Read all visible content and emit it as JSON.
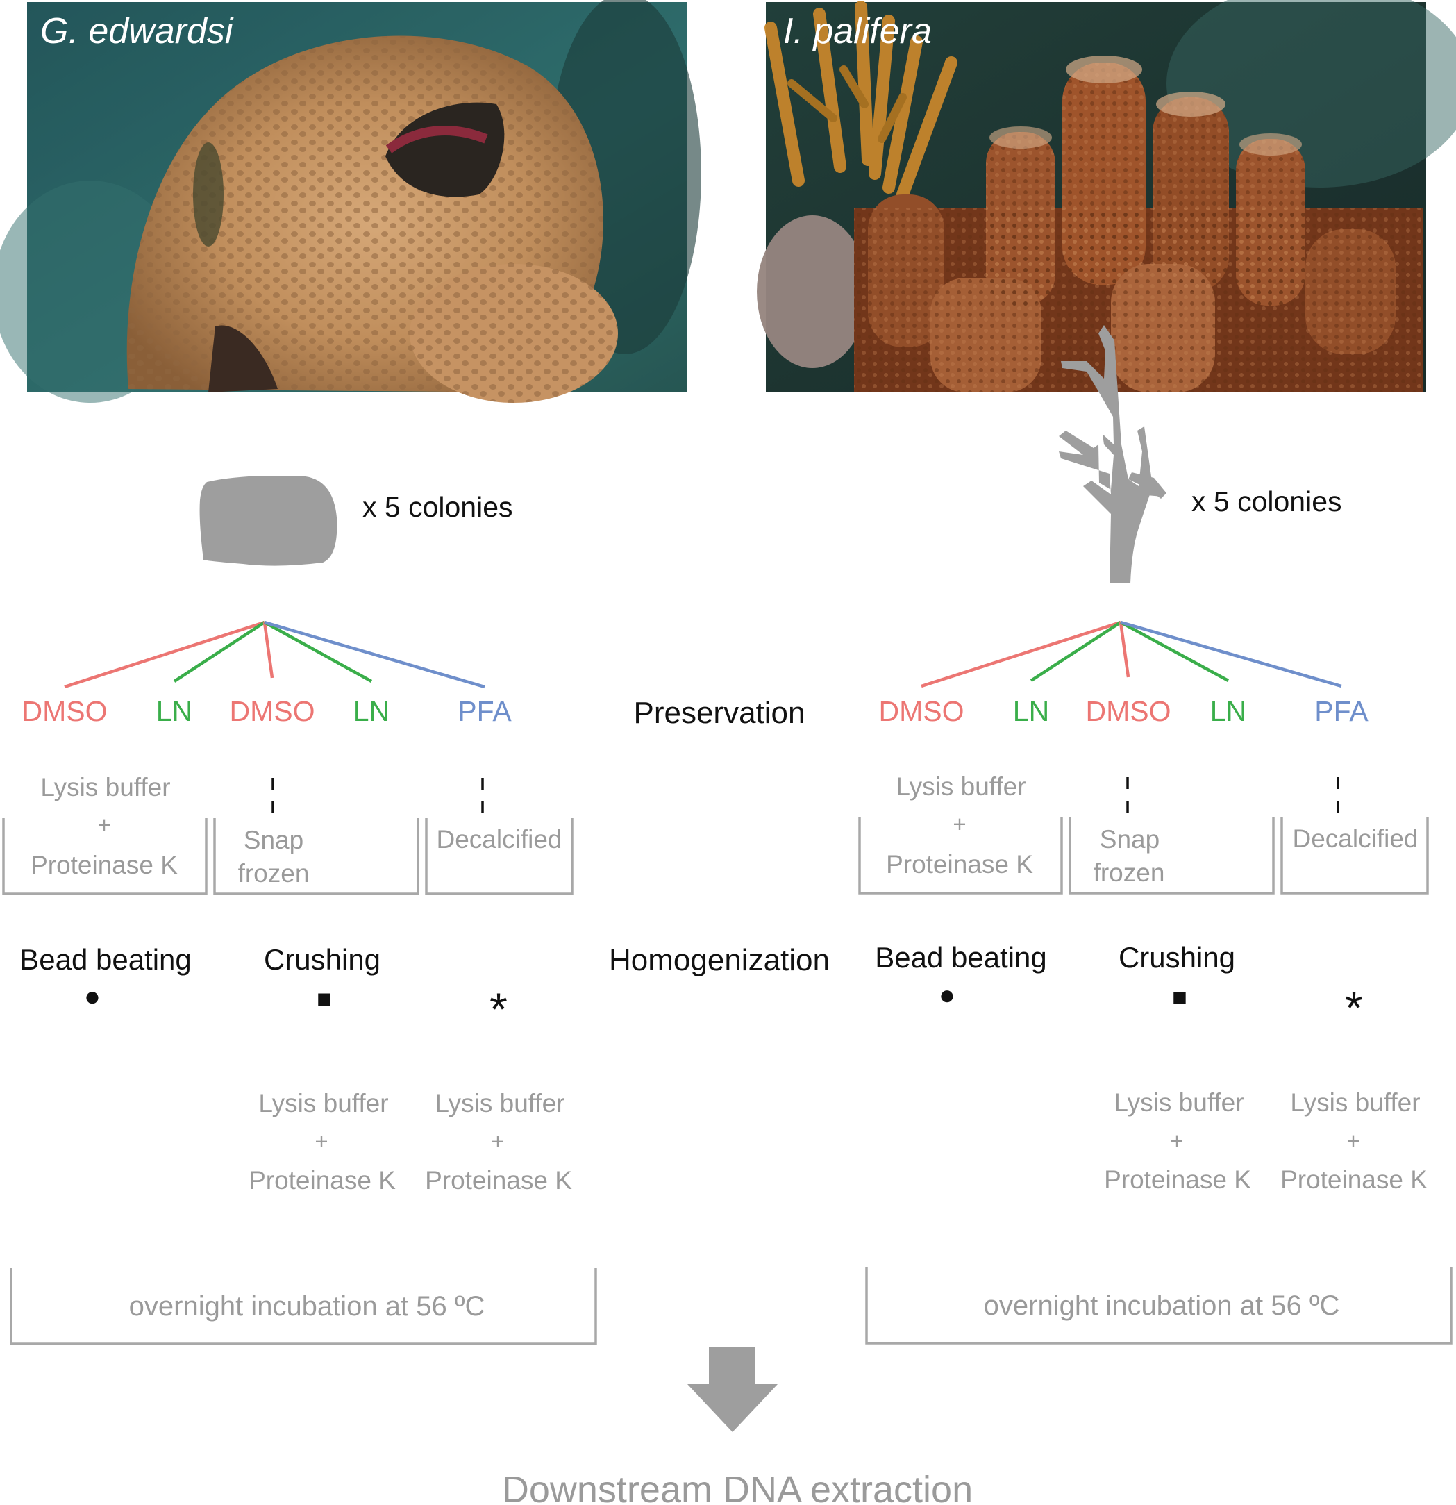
{
  "colors": {
    "dmso": "#ec7673",
    "ln": "#3aae4a",
    "pfa": "#6f8fcb",
    "text_dark": "#111111",
    "text_gray": "#9a9a9a",
    "bracket": "#a8a8a8",
    "silhouette": "#9e9e9e"
  },
  "stages": {
    "preservation": "Preservation",
    "homogenization": "Homogenization"
  },
  "output": "Downstream DNA extraction",
  "panels": [
    {
      "species": "G. edwardsi",
      "colony_count": "x 5 colonies",
      "silhouette_icon": "massive-coral-silhouette-icon",
      "branches": [
        {
          "label": "DMSO",
          "color": "dmso"
        },
        {
          "label": "LN",
          "color": "ln"
        },
        {
          "label": "DMSO",
          "color": "dmso"
        },
        {
          "label": "LN",
          "color": "ln"
        },
        {
          "label": "PFA",
          "color": "pfa"
        }
      ],
      "pre_treatments": {
        "lysis": {
          "line1": "Lysis buffer",
          "plus": "+",
          "line2": "Proteinase K"
        },
        "snap": {
          "line1": "Snap",
          "line2": "frozen"
        },
        "decal": "Decalcified"
      },
      "homogenization": {
        "bead_beating": "Bead beating",
        "crushing": "Crushing",
        "markers": [
          "●",
          "■",
          "*"
        ]
      },
      "post_lysis": [
        {
          "line1": "Lysis buffer",
          "plus": "+",
          "line2": "Proteinase K"
        },
        {
          "line1": "Lysis buffer",
          "plus": "+",
          "line2": "Proteinase K"
        }
      ],
      "incubation": "overnight incubation at 56 ºC"
    },
    {
      "species": "I. palifera",
      "colony_count": "x 5 colonies",
      "silhouette_icon": "branching-coral-silhouette-icon",
      "branches": [
        {
          "label": "DMSO",
          "color": "dmso"
        },
        {
          "label": "LN",
          "color": "ln"
        },
        {
          "label": "DMSO",
          "color": "dmso"
        },
        {
          "label": "LN",
          "color": "ln"
        },
        {
          "label": "PFA",
          "color": "pfa"
        }
      ],
      "pre_treatments": {
        "lysis": {
          "line1": "Lysis buffer",
          "plus": "+",
          "line2": "Proteinase K"
        },
        "snap": {
          "line1": "Snap",
          "line2": "frozen"
        },
        "decal": "Decalcified"
      },
      "homogenization": {
        "bead_beating": "Bead beating",
        "crushing": "Crushing",
        "markers": [
          "●",
          "■",
          "*"
        ]
      },
      "post_lysis": [
        {
          "line1": "Lysis buffer",
          "plus": "+",
          "line2": "Proteinase K"
        },
        {
          "line1": "Lysis buffer",
          "plus": "+",
          "line2": "Proteinase K"
        }
      ],
      "incubation": "overnight incubation at 56 ºC"
    }
  ]
}
